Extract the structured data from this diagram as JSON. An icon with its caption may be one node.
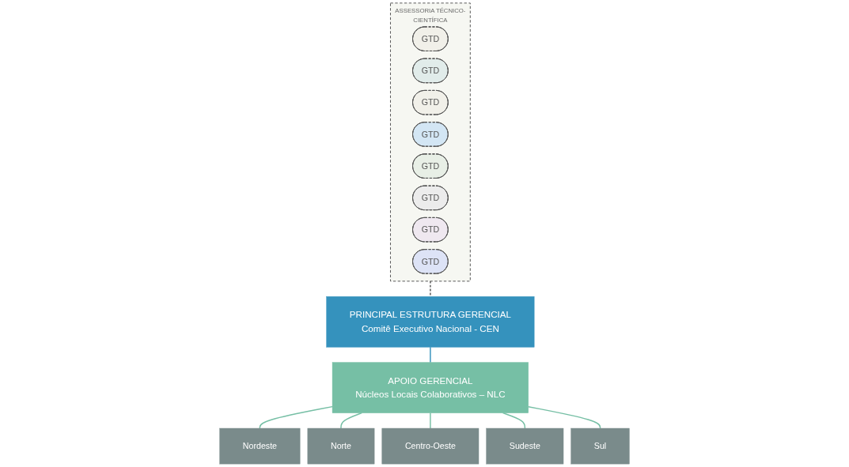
{
  "diagram": {
    "nodes": [
      {
        "text": [
          "ASSESSORIA TÉCNICO-CIENTÍFICA"
        ]
      },
      {
        "text": [
          "GTD"
        ],
        "in": 0
      },
      {
        "text": [
          "GTD"
        ],
        "in": 0
      },
      {
        "text": [
          "GTD"
        ],
        "in": 0
      },
      {
        "text": [
          "GTD"
        ],
        "in": 0
      },
      {
        "text": [
          "GTD"
        ],
        "in": 0
      },
      {
        "text": [
          "GTD"
        ],
        "in": 0
      },
      {
        "text": [
          "GTD"
        ],
        "in": 0
      },
      {
        "text": [
          "GTD"
        ],
        "in": 0
      },
      {
        "text": [
          "PRINCIPAL ESTRUTURA GERENCIAL",
          "Comitê Executivo Nacional - CEN"
        ]
      },
      {
        "text": [
          "APOIO GERENCIAL",
          "Núcleos Locais Colaborativos – NLC"
        ]
      },
      {
        "text": [
          "Nordeste"
        ]
      },
      {
        "text": [
          "Norte"
        ]
      },
      {
        "text": [
          "Centro-Oeste"
        ]
      },
      {
        "text": [
          "Sudeste"
        ]
      },
      {
        "text": [
          "Sul"
        ]
      }
    ],
    "edges": [
      {
        "from": 0,
        "to": 9,
        "arrow": "none",
        "style": "dashed",
        "color": "#555555"
      },
      {
        "from": 9,
        "to": 10,
        "arrow": "none",
        "color": "#3592bd"
      },
      {
        "from": 10,
        "to": 11,
        "arrow": "none"
      },
      {
        "from": 10,
        "to": 12,
        "arrow": "none"
      },
      {
        "from": 10,
        "to": 13,
        "arrow": "none"
      },
      {
        "from": 10,
        "to": 14,
        "arrow": "none"
      },
      {
        "from": 10,
        "to": 15,
        "arrow": "none"
      }
    ]
  }
}
